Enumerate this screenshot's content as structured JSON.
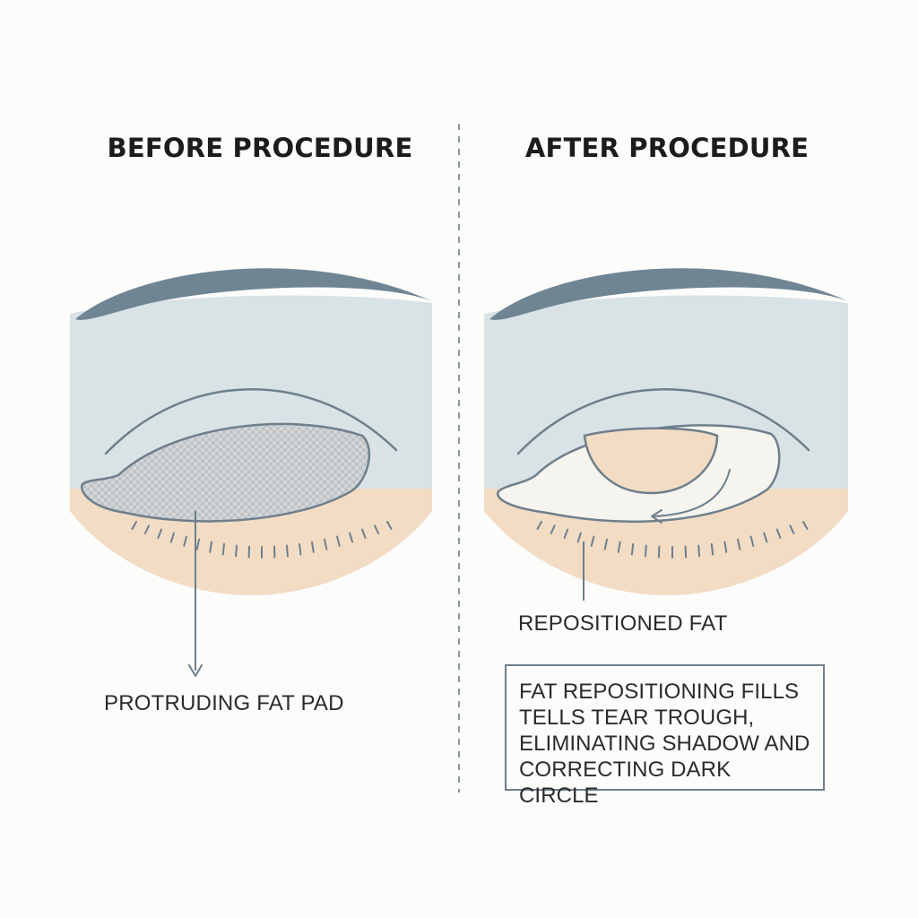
{
  "panels": {
    "before": {
      "title": "BEFORE PROCEDURE",
      "label": "PROTRUDING FAT PAD"
    },
    "after": {
      "title": "AFTER PROCEDURE",
      "label": "REPOSITIONED FAT",
      "note_lines": [
        "FAT REPOSITIONING FILLS",
        "TELLS TEAR TROUGH,",
        "ELIMINATING SHADOW AND",
        "CORRECTING DARK CIRCLE"
      ]
    }
  },
  "colors": {
    "background": "#fcfcfb",
    "brow": "#6f8594",
    "lid_skin": "#d9e3e6",
    "cheek_skin": "#f2dcc4",
    "outline": "#6e7f8c",
    "fat_pad_fill": "#c9cdd0",
    "sclera": "#f6f4ee",
    "divider": "#8a98a2"
  },
  "icons": [
    "down-arrow-icon",
    "curved-arrow-icon"
  ]
}
